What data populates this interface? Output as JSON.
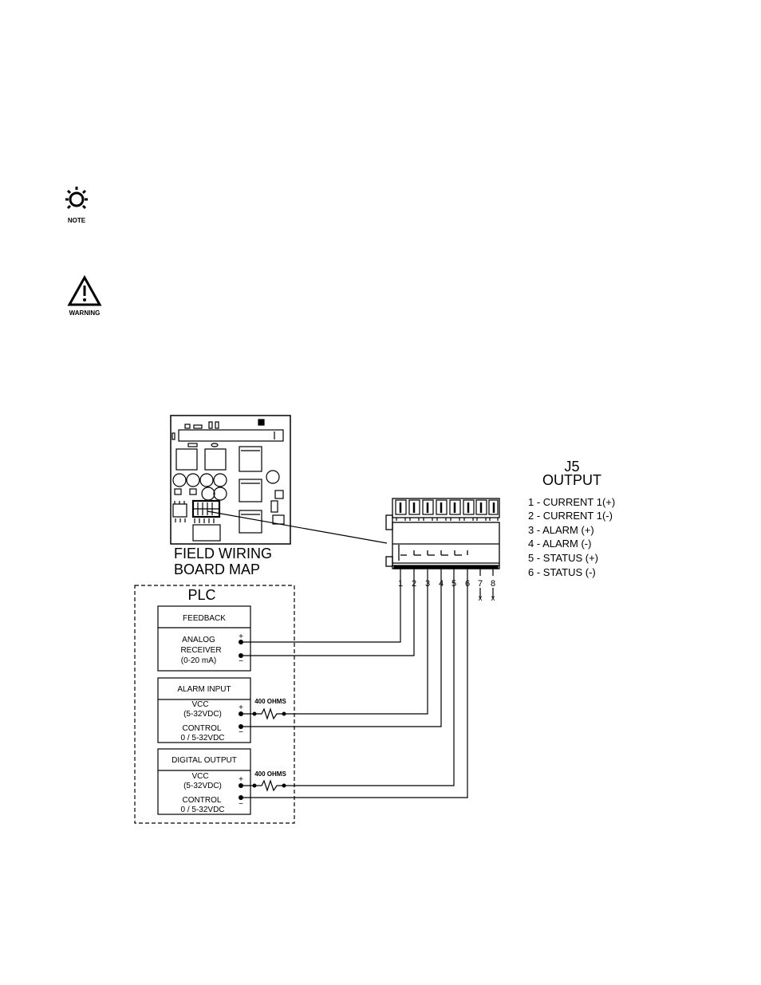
{
  "notes": {
    "note_label": "NOTE",
    "warning_label": "WARNING"
  },
  "board_map": {
    "title_line1": "FIELD WIRING",
    "title_line2": "BOARD MAP"
  },
  "connector": {
    "name": "J5",
    "subtitle": "OUTPUT",
    "legend": [
      "1 - CURRENT 1(+)",
      "2 - CURRENT 1(-)",
      "3 - ALARM (+)",
      "4 - ALARM (-)",
      "5 - STATUS (+)",
      "6 - STATUS (-)"
    ],
    "pins": [
      "1",
      "2",
      "3",
      "4",
      "5",
      "6",
      "7",
      "8"
    ],
    "no_connect_mark": "x"
  },
  "plc": {
    "title": "PLC",
    "feedback": {
      "header": "FEEDBACK",
      "line1": "ANALOG",
      "line2": "RECEIVER",
      "line3": "(0-20 mA)"
    },
    "alarm_input": {
      "header": "ALARM INPUT",
      "vcc1": "VCC",
      "vcc2": "(5-32VDC)",
      "ctl1": "CONTROL",
      "ctl2": "0 / 5-32VDC",
      "resistor": "400 OHMS"
    },
    "digital_output": {
      "header": "DIGITAL OUTPUT",
      "vcc1": "VCC",
      "vcc2": "(5-32VDC)",
      "ctl1": "CONTROL",
      "ctl2": "0 / 5-32VDC",
      "resistor": "400 OHMS"
    },
    "plus_sign": "+",
    "minus_sign": "−"
  }
}
